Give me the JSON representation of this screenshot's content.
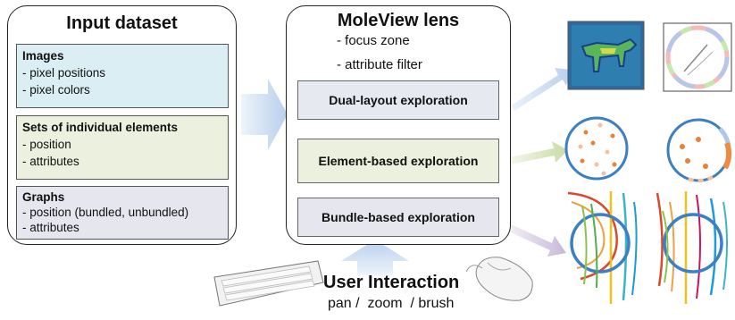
{
  "input_dataset": {
    "title": "Input dataset",
    "groups": [
      {
        "heading": "Images",
        "items": [
          "- pixel positions",
          "- pixel colors"
        ],
        "color": "#daeef3"
      },
      {
        "heading": "Sets of individual elements",
        "items": [
          "- position",
          "- attributes"
        ],
        "color": "#ebf1de"
      },
      {
        "heading": "Graphs",
        "items": [
          "- position (bundled, unbundled)",
          "- attributes"
        ],
        "color": "#e6e7ee"
      }
    ]
  },
  "lens": {
    "title": "MoleView lens",
    "features": [
      "- focus zone",
      "- attribute filter"
    ],
    "explorations": [
      {
        "label": "Dual-layout exploration",
        "color": "#e6e9f0"
      },
      {
        "label": "Element-based exploration",
        "color": "#ebf1de"
      },
      {
        "label": "Bundle-based exploration",
        "color": "#e6e7ee"
      }
    ]
  },
  "interaction": {
    "title": "User Interaction",
    "subtitle": "pan /  zoom  / brush"
  },
  "colors": {
    "arrow_blue": "#c5d9f1",
    "arrow_green": "#d7e4bd",
    "arrow_purple": "#ccc0da",
    "circle_blue": "#3c7fc3",
    "dot_orange": "#f08a3c"
  },
  "icons": [
    "keyboard-icon",
    "mouse-icon",
    "cow-image-icon",
    "color-wheel-icon",
    "scatter-lens-icon",
    "bundled-graph-icon"
  ]
}
